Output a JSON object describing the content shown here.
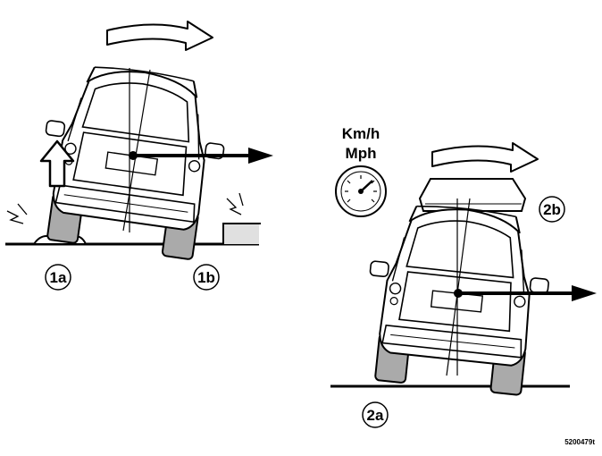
{
  "figure": {
    "speed_unit_km": "Km/h",
    "speed_unit_mph": "Mph",
    "labels": {
      "l1a": "1a",
      "l1b": "1b",
      "l2a": "2a",
      "l2b": "2b"
    },
    "doc_code": "5200479t"
  }
}
